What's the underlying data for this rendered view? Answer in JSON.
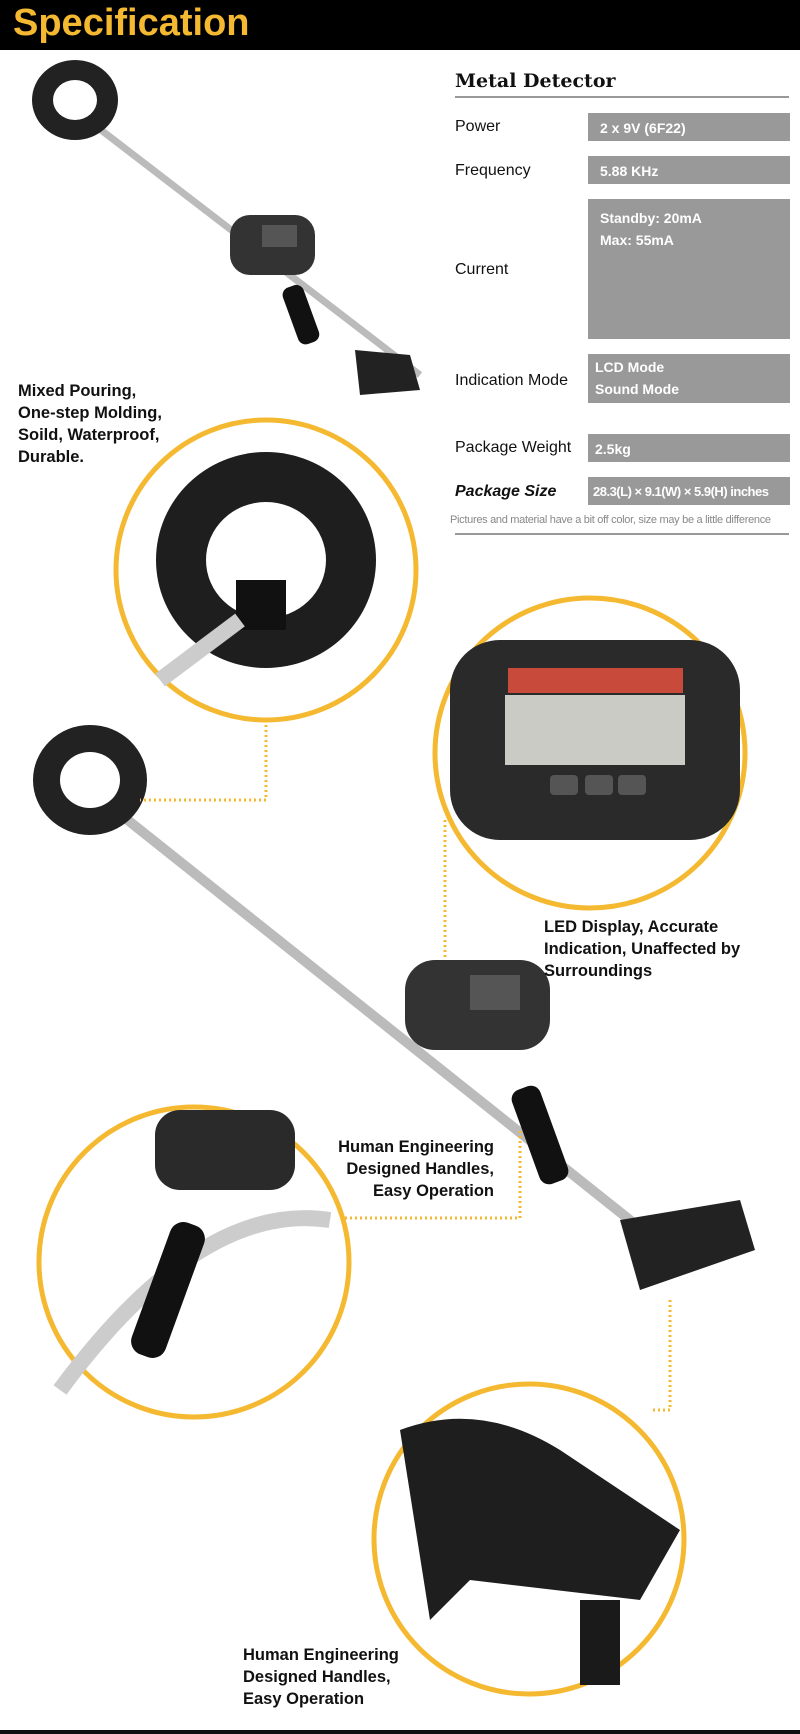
{
  "header": {
    "title": "Specification"
  },
  "spec": {
    "title": "Metal Detector",
    "rows": [
      {
        "label": "Power",
        "value": "2 x 9V (6F22)"
      },
      {
        "label": "Frequency",
        "value": "5.88 KHz"
      },
      {
        "label": "Current",
        "value": "Standby: 20mA",
        "value2": "Max: 55mA"
      },
      {
        "label": "Indication Mode",
        "value": "LCD Mode",
        "value2": "Sound Mode"
      },
      {
        "label": "Package Weight",
        "value": "2.5kg"
      },
      {
        "label": "Package Size",
        "value": "28.3(L) × 9.1(W) × 5.9(H) inches"
      }
    ],
    "note": "Pictures and material have a bit off color, size may be a little difference"
  },
  "callouts": {
    "coil": [
      "Mixed Pouring,",
      "One-step Molding,",
      "Soild, Waterproof,",
      "Durable."
    ],
    "display": [
      "LED Display, Accurate",
      "Indication, Unaffected by",
      "Surroundings"
    ],
    "handle": [
      "Human Engineering",
      "Designed Handles,",
      "Easy Operation"
    ],
    "armrest": [
      "Human Engineering",
      "Designed Handles,",
      "Easy Operation"
    ]
  },
  "colors": {
    "accent": "#f5b931",
    "header_bg": "#000000",
    "value_bg": "#999999"
  }
}
